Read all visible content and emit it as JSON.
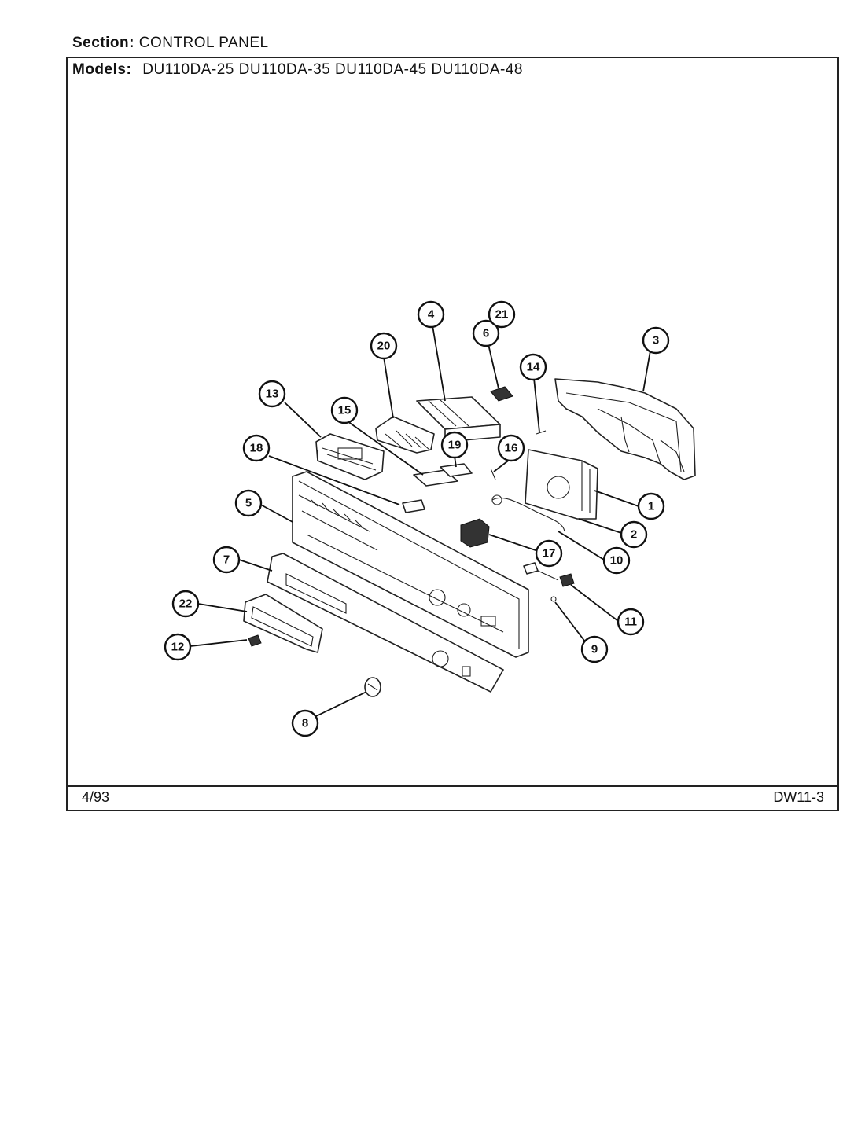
{
  "header": {
    "section_label": "Section:",
    "section_value": "CONTROL PANEL",
    "models_label": "Models:",
    "models_value": "DU110DA-25  DU110DA-35  DU110DA-45  DU110DA-48"
  },
  "footer": {
    "date": "4/93",
    "page_code": "DW11-3"
  },
  "callouts": [
    "1",
    "2",
    "3",
    "4",
    "5",
    "6",
    "7",
    "8",
    "9",
    "10",
    "11",
    "12",
    "13",
    "14",
    "15",
    "16",
    "17",
    "18",
    "19",
    "20",
    "21",
    "22"
  ]
}
